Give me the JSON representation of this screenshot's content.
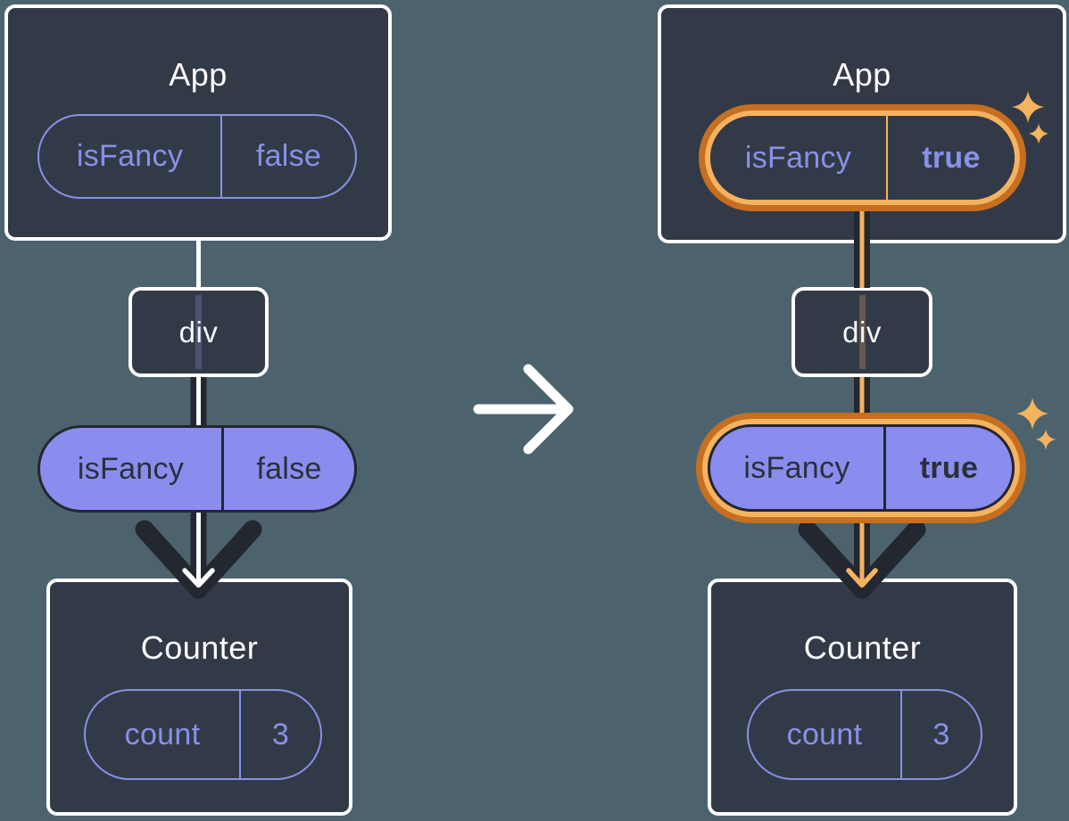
{
  "colors": {
    "background": "#4C636E",
    "node_fill": "#333A47",
    "node_border": "#FFFFFF",
    "accent_purple": "#8791E8",
    "pill_fill_purple": "#8A8DEE",
    "ink_dark": "#23272F",
    "highlight_orange_dark": "#C76F1F",
    "highlight_orange_light": "#F5B25F"
  },
  "before": {
    "app_node": {
      "title": "App",
      "prop": {
        "name": "isFancy",
        "value": "false"
      }
    },
    "div_node": {
      "label": "div"
    },
    "prop_pill": {
      "name": "isFancy",
      "value": "false"
    },
    "counter_node": {
      "title": "Counter",
      "state": {
        "name": "count",
        "value": "3"
      }
    }
  },
  "after": {
    "app_node": {
      "title": "App",
      "prop": {
        "name": "isFancy",
        "value": "true"
      }
    },
    "div_node": {
      "label": "div"
    },
    "prop_pill": {
      "name": "isFancy",
      "value": "true"
    },
    "counter_node": {
      "title": "Counter",
      "state": {
        "name": "count",
        "value": "3"
      }
    }
  },
  "icons": {
    "transition": "right-arrow-icon",
    "highlight": "sparkle-icon"
  }
}
